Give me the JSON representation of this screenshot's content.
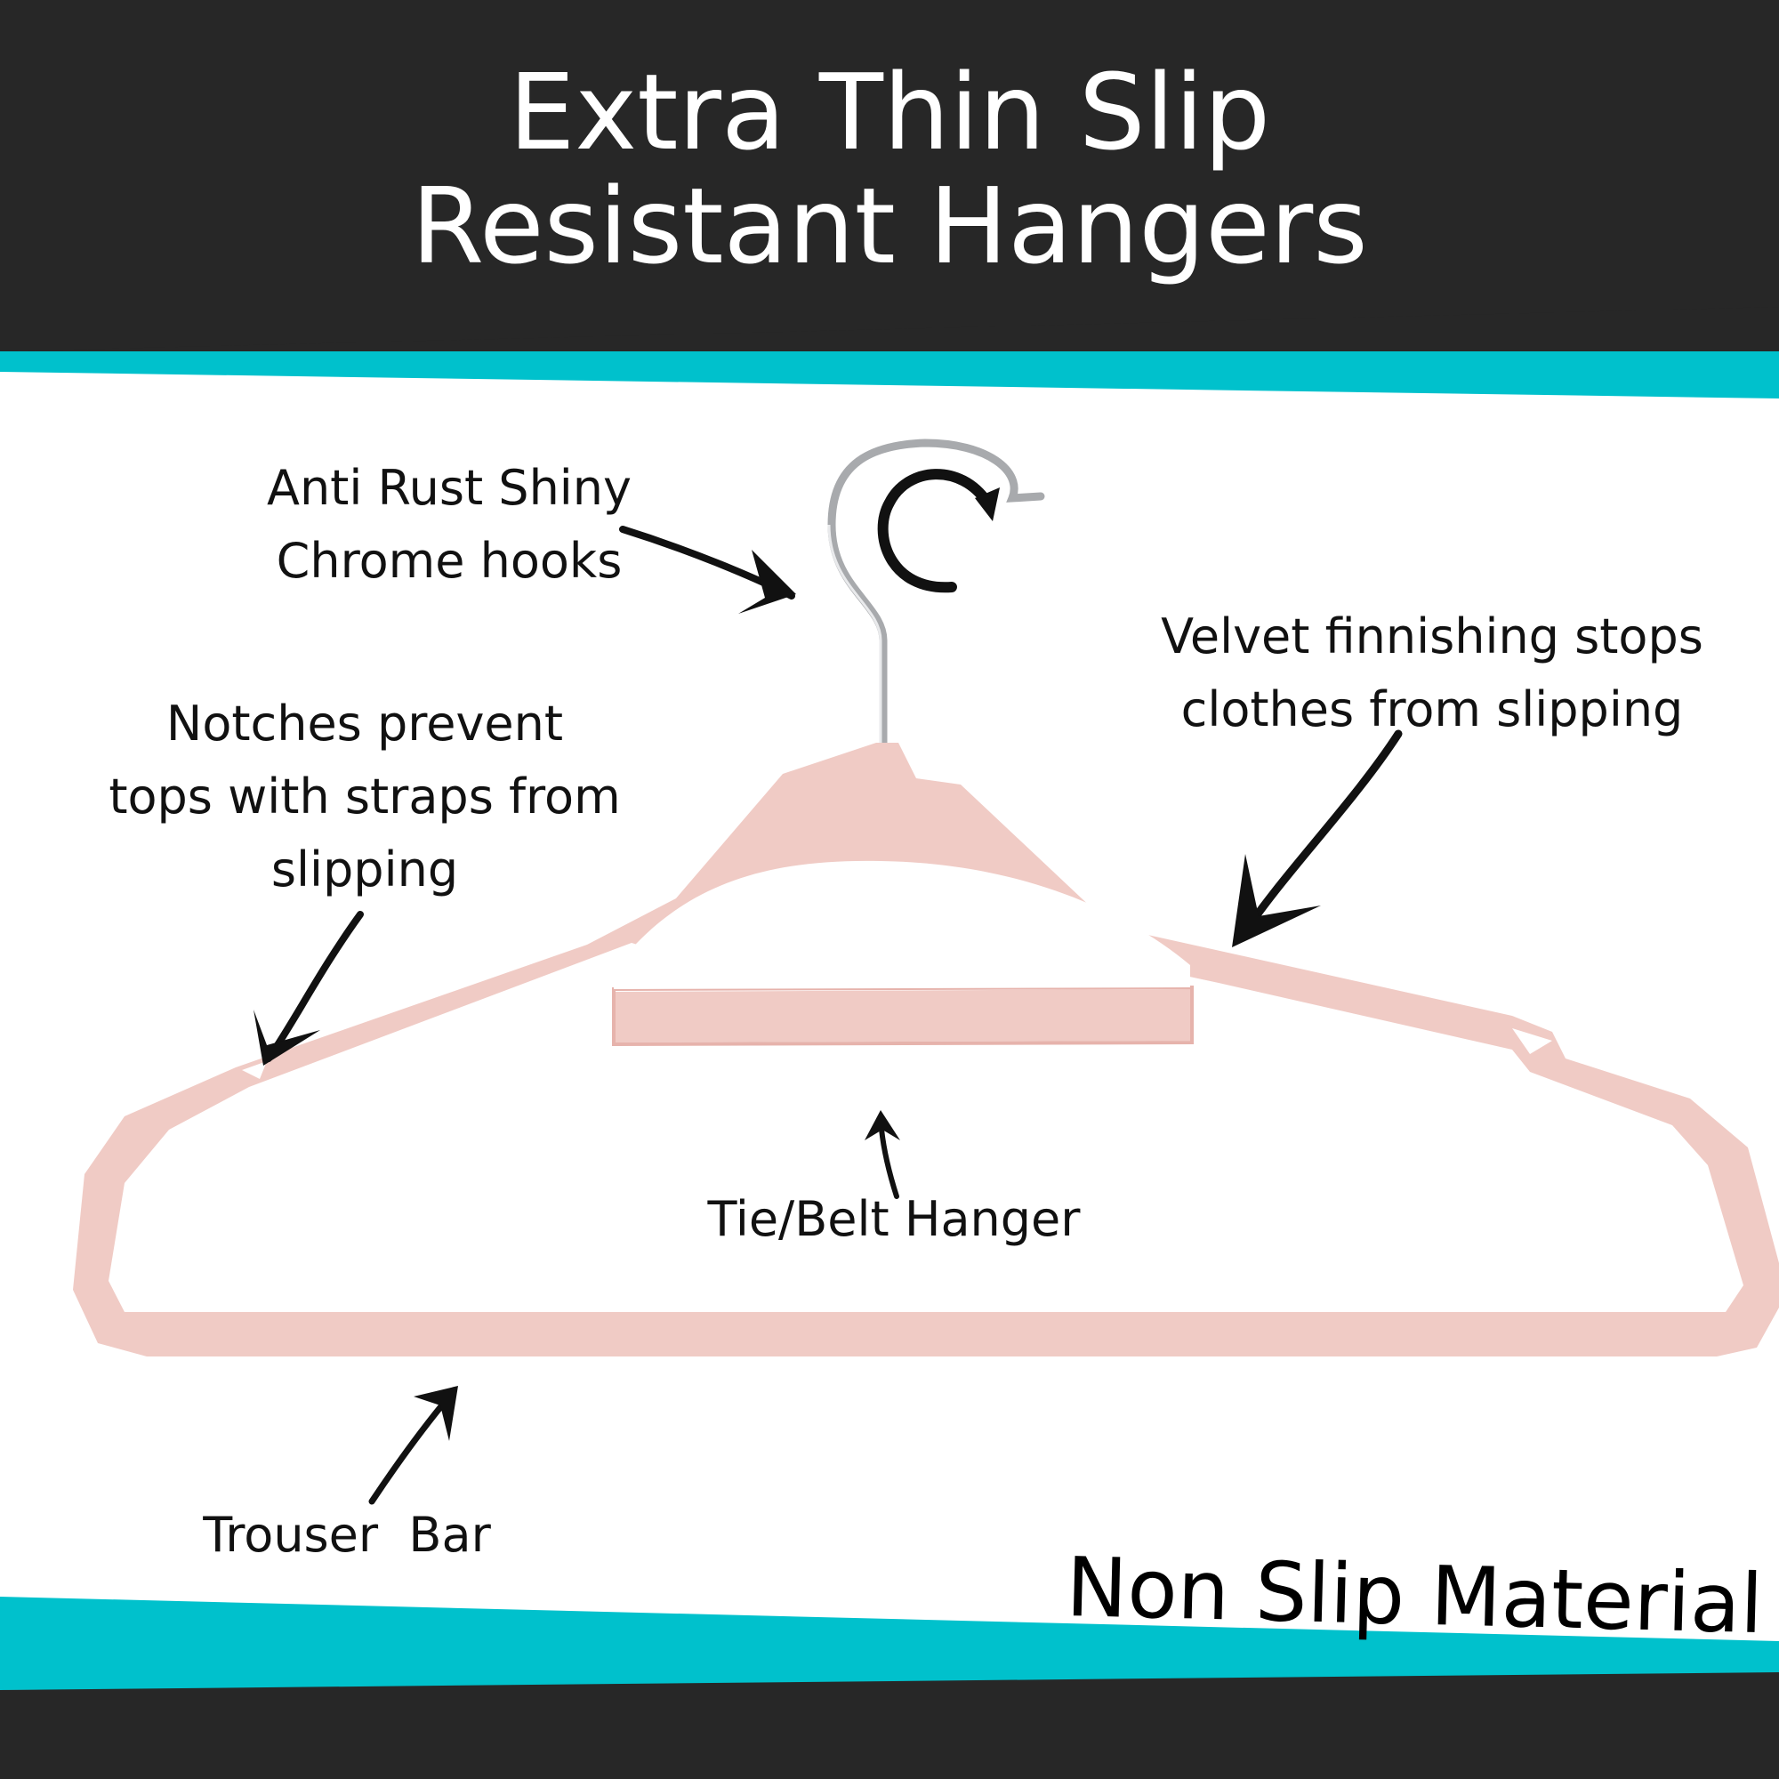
{
  "title": {
    "line1": "Extra Thin Slip",
    "line2": "Resistant Hangers"
  },
  "callouts": {
    "hook": [
      "Anti Rust Shiny",
      "Chrome hooks"
    ],
    "velvet": [
      "Velvet finnishing stops",
      "clothes from slipping"
    ],
    "notches": [
      "Notches prevent",
      "tops with straps from",
      "slipping"
    ],
    "tie": "Tie/Belt Hanger",
    "trouser": "Trouser  Bar"
  },
  "footer": "Non Slip Material",
  "colors": {
    "dark": "#272727",
    "teal": "#00c1cc",
    "hanger": "#f0cbc5",
    "chrome": "#a8aaad"
  }
}
